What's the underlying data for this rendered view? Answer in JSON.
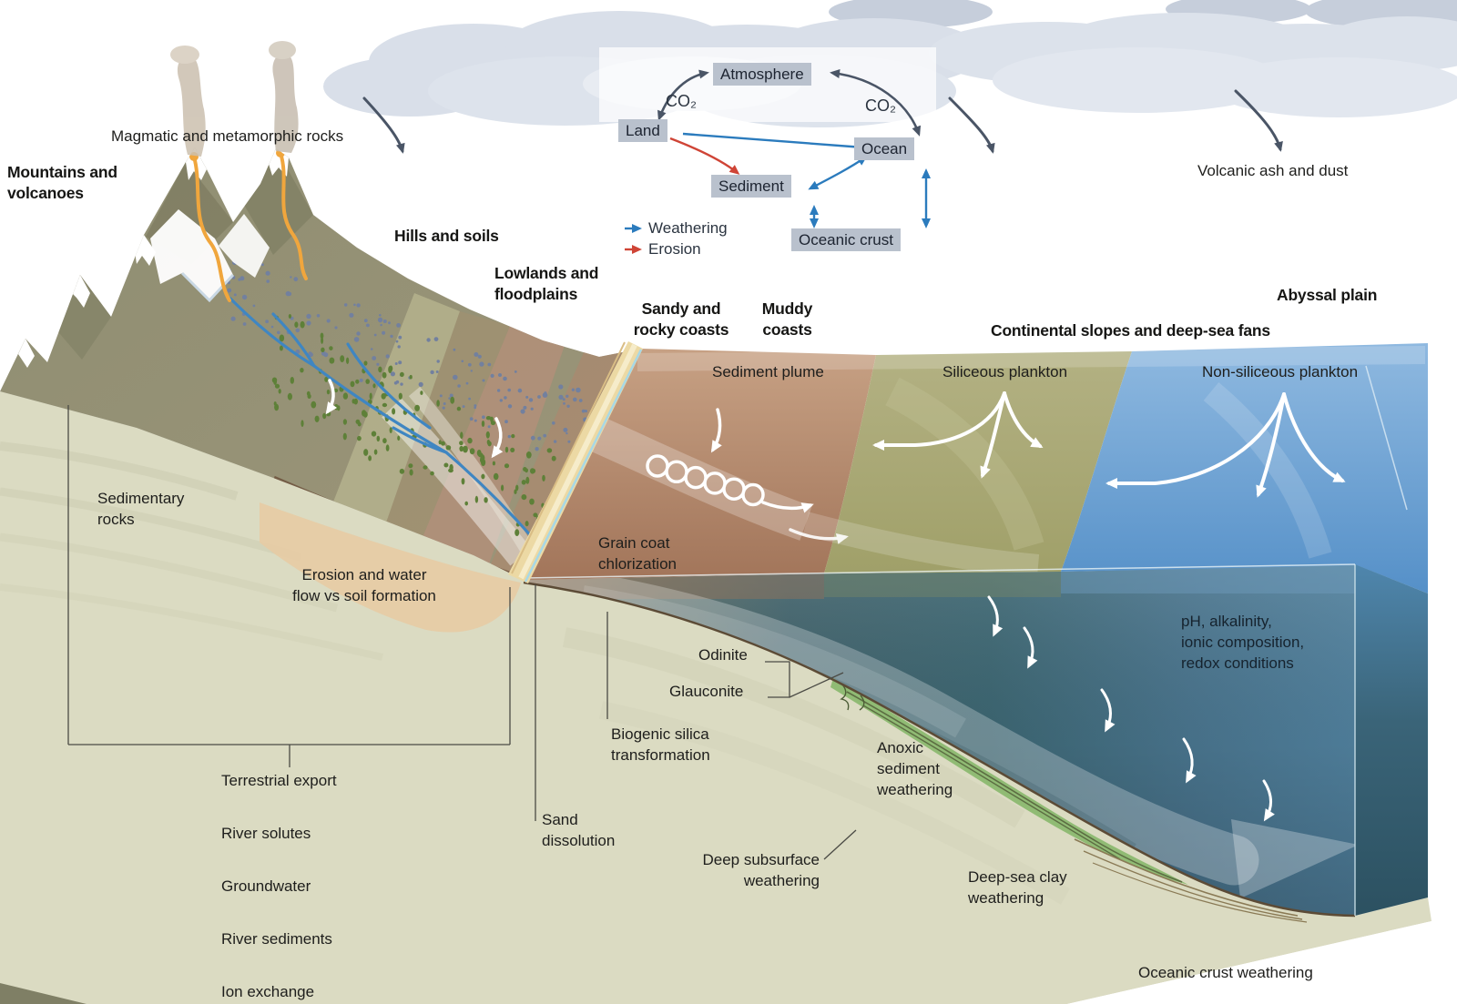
{
  "inset": {
    "nodes": {
      "atmosphere": "Atmosphere",
      "land": "Land",
      "ocean": "Ocean",
      "sediment": "Sediment",
      "oceanic_crust": "Oceanic crust"
    },
    "co2_left": "CO₂",
    "co2_right": "CO₂",
    "legend": {
      "weathering": "Weathering",
      "erosion": "Erosion"
    }
  },
  "landform_labels": {
    "magmatic": "Magmatic and metamorphic rocks",
    "mountains": "Mountains and\nvolcanoes",
    "hills": "Hills and soils",
    "lowlands": "Lowlands and\nfloodplains",
    "sandy_coasts": "Sandy and\nrocky coasts",
    "muddy_coasts": "Muddy\ncoasts",
    "continental_slopes": "Continental slopes and deep-sea fans",
    "abyssal_plain": "Abyssal plain",
    "volcanic_ash": "Volcanic ash and dust"
  },
  "ocean_labels": {
    "sediment_plume": "Sediment plume",
    "siliceous": "Siliceous plankton",
    "non_siliceous": "Non-siliceous plankton",
    "ph": "pH, alkalinity,\nionic composition,\nredox conditions"
  },
  "process_labels": {
    "sedimentary_rocks": "Sedimentary\nrocks",
    "erosion_water_flow": "Erosion and water\nflow vs soil formation",
    "grain_coat": "Grain coat\nchlorization",
    "odinite": "Odinite",
    "glauconite": "Glauconite",
    "biogenic_silica": "Biogenic silica\ntransformation",
    "sand_dissolution": "Sand\ndissolution",
    "deep_subsurface": "Deep subsurface\nweathering",
    "anoxic": "Anoxic\nsediment\nweathering",
    "deep_sea_clay": "Deep-sea clay\nweathering",
    "oceanic_crust_weathering": "Oceanic crust weathering"
  },
  "terrestrial_list": [
    "Terrestrial export",
    "River solutes",
    "Groundwater",
    "River sediments",
    "Ion exchange"
  ],
  "colors": {
    "ocean_blue": "#5a95cd",
    "plume_brown": "#a87c5e",
    "plankton_olive": "#a9a873",
    "deep_teal": "#3c6672",
    "crust_beige": "#dbdbc2",
    "anoxic_green": "#90bb74",
    "sand": "#ecd9a4",
    "cloud": "#d9dfe9",
    "arrow_dark": "#4a5566",
    "weathering_blue": "#2b7bbd",
    "erosion_red": "#cf4436",
    "inset_box_bg": "#b9c1cd"
  }
}
